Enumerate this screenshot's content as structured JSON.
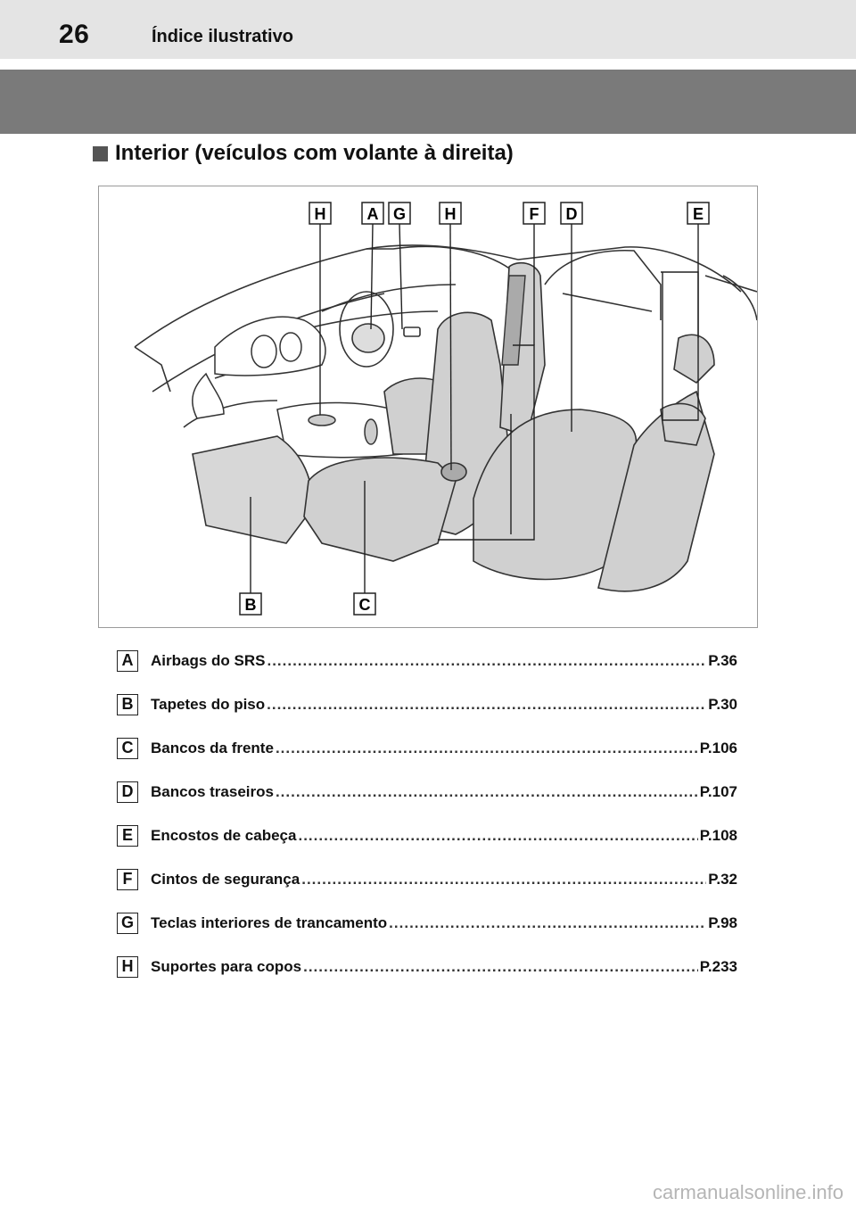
{
  "header": {
    "page_number": "26",
    "title": "Índice ilustrativo"
  },
  "section": {
    "heading": "Interior (veículos com volante à direita)"
  },
  "figure": {
    "callouts": {
      "h1": "H",
      "a": "A",
      "g": "G",
      "h2": "H",
      "f": "F",
      "d": "D",
      "e": "E",
      "b": "B",
      "c": "C"
    }
  },
  "legend": [
    {
      "letter": "A",
      "text": "Airbags do SRS",
      "page": "P.36"
    },
    {
      "letter": "B",
      "text": "Tapetes do piso",
      "page": "P.30"
    },
    {
      "letter": "C",
      "text": "Bancos da frente",
      "page": "P.106"
    },
    {
      "letter": "D",
      "text": "Bancos traseiros",
      "page": "P.107"
    },
    {
      "letter": "E",
      "text": "Encostos de cabeça",
      "page": "P.108"
    },
    {
      "letter": "F",
      "text": "Cintos de segurança",
      "page": "P.32"
    },
    {
      "letter": "G",
      "text": "Teclas interiores de trancamento",
      "page": "P.98"
    },
    {
      "letter": "H",
      "text": "Suportes para copos",
      "page": "P.233"
    }
  ],
  "watermark": "carmanualsonline.info"
}
